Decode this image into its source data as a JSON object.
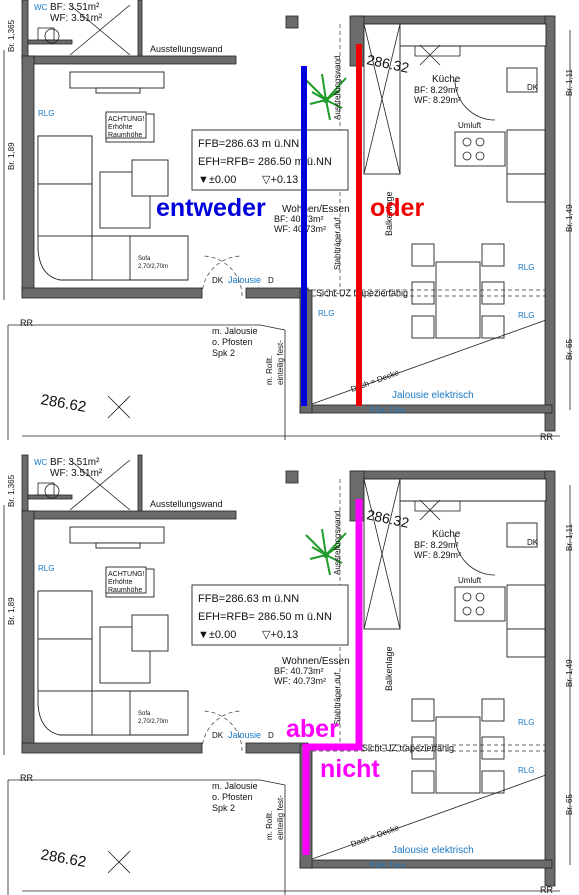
{
  "colors": {
    "blue_line": "#0000dd",
    "red_line": "#ee0000",
    "magenta_line": "#ff00ff",
    "text_blue": "#1a78c2"
  },
  "overlays": {
    "entweder": "entweder",
    "oder": "oder",
    "aber": "aber",
    "nicht": "nicht"
  },
  "plan": {
    "bf_top": "BF:   3.51m²",
    "wf_top": "WF:   3.51m²",
    "ausstellung": "Ausstellungswand",
    "level_kitchen": "286.32",
    "level_outside": "286.62",
    "kueche": "Küche",
    "kueche_bf": "BF:  8.29m²",
    "kueche_wf": "WF:  8.29m²",
    "umluft": "Umluft",
    "dk": "DK",
    "rlg": "RLG",
    "achtung_1": "ACHTUNG!",
    "achtung_2": "Erhöhte",
    "achtung_3": "Raumhöhe",
    "ffb": "FFB=286.63 m ü.NN",
    "efh": "EFH=RFB= 286.50 m ü.NN",
    "level_pm": "▼±0.00",
    "level_plus": "▽+0.13",
    "wohnen": "Wohnen/Essen",
    "wohnen_bf": "BF:   40.73m²",
    "wohnen_wf": "WF:   40.73m²",
    "sofa_1": "Sofa",
    "sofa_2": "2,70/2,70m",
    "jalousie": "Jalousie",
    "d": "D",
    "sicht": "Sicht-UZ trapezierfähig",
    "balkenlage": "Balkenlage",
    "stahltraeger": "Stahlträger duf",
    "m_jalousie": "m. Jalousie",
    "o_pfosten": "o. Pfosten",
    "spk": "Spk 2",
    "m_rollt": "m. Rollt.",
    "einteilig": "einteilig fest-",
    "dach": "Dach = Decke",
    "jalousie_el": "Jalousie elektrisch",
    "psk": "PSK-Türe",
    "rr": "RR",
    "br_136": "Br. 1,365",
    "br_189": "Br. 1,89",
    "br_149": "Br. 1,49",
    "br_65": "Br. 65",
    "br_111": "Br. 1,11",
    "ausstellungswand_v": "Ausstellungswand",
    "wc": "WC"
  }
}
